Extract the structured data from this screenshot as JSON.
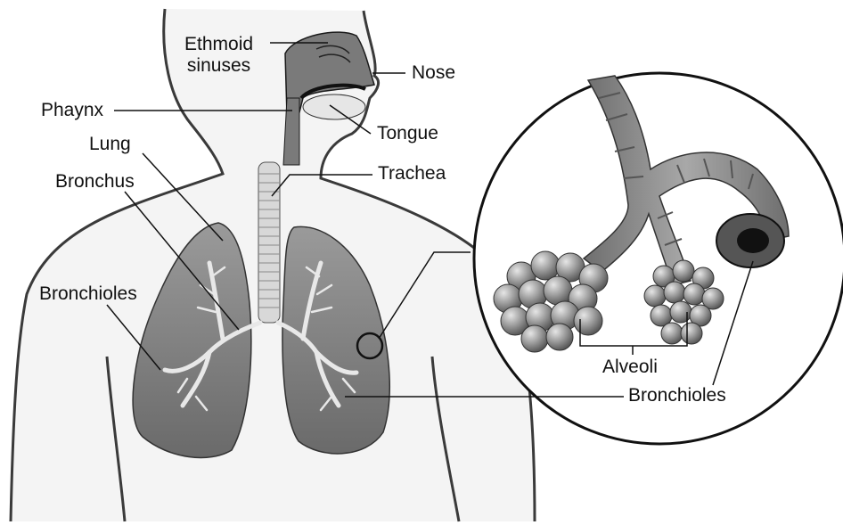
{
  "labels": {
    "ethmoid_sinuses_line1": "Ethmoid",
    "ethmoid_sinuses_line2": "sinuses",
    "nose": "Nose",
    "phayrnx": "Phaynx",
    "tongue": "Tongue",
    "lung": "Lung",
    "trachea": "Trachea",
    "bronchus": "Bronchus",
    "bronchioles_left": "Bronchioles",
    "alveoli": "Alveoli",
    "bronchioles_right": "Bronchioles"
  },
  "colors": {
    "outline": "#1a1a1a",
    "skin_fill": "#f2f2f2",
    "lung_fill": "#8a8a8a",
    "airway_fill": "#7a7a7a",
    "trachea_fill": "#d8d8d8",
    "alveoli_fill": "#9a9a9a"
  }
}
